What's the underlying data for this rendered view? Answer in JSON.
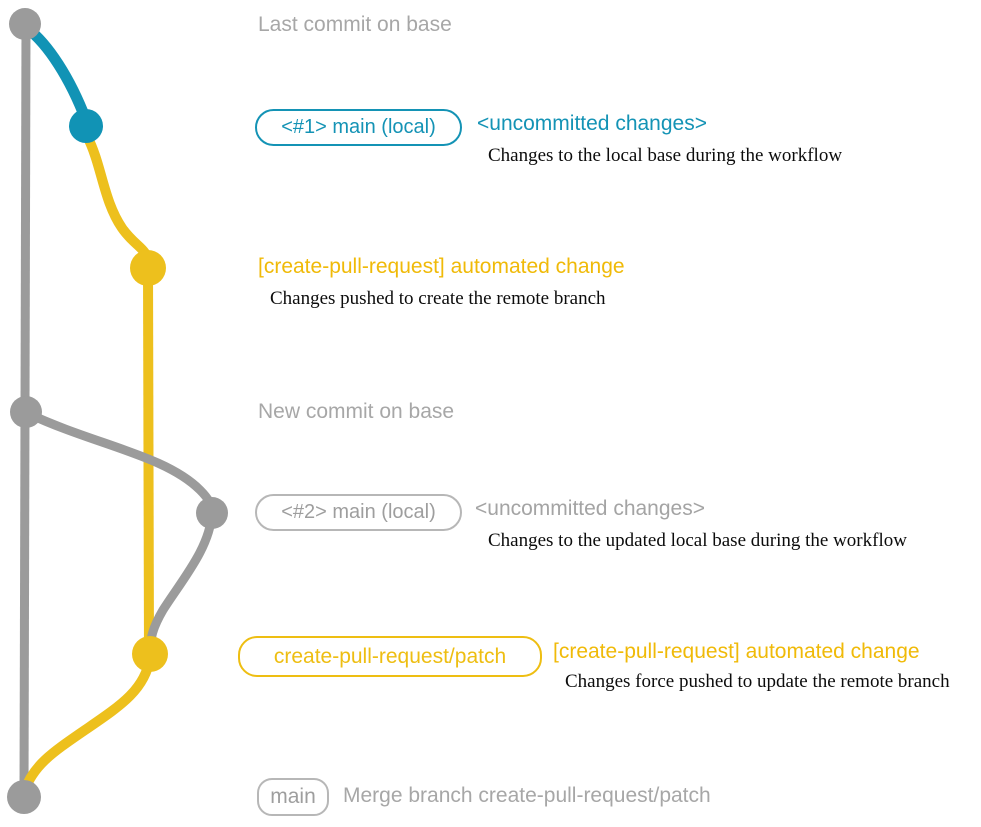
{
  "captions": {
    "last_commit": "Last commit on base",
    "new_commit": "New commit on base"
  },
  "rows": {
    "r1": {
      "badge": "<#1> main (local)",
      "title": "<uncommitted changes>",
      "desc": "Changes to the local base during the workflow"
    },
    "r2": {
      "title": "[create-pull-request] automated change",
      "desc": "Changes pushed to create the remote branch"
    },
    "r3": {
      "badge": "<#2> main (local)",
      "title": "<uncommitted changes>",
      "desc": "Changes to the updated local base during the workflow"
    },
    "r4": {
      "badge": "create-pull-request/patch",
      "title": "[create-pull-request] automated change",
      "desc": "Changes force pushed to update the remote branch"
    },
    "r5": {
      "badge": "main",
      "title": "Merge branch create-pull-request/patch"
    }
  },
  "colors": {
    "base_branch_gray": "#9b9b9b",
    "local_branch_blue": "#1493b5",
    "pr_branch_yellow": "#edc01d",
    "yellow_label_text": "#f0ba08",
    "gray_caption_text": "#a7a7a7",
    "description_text": "#0c0c0c"
  },
  "graph": {
    "branches": [
      {
        "name": "base",
        "color": "#9b9b9b",
        "commits": 3
      },
      {
        "name": "main-local",
        "color": "#1493b5",
        "commits": 2
      },
      {
        "name": "create-pull-request-patch",
        "color": "#edc01d",
        "commits": 2
      }
    ]
  }
}
